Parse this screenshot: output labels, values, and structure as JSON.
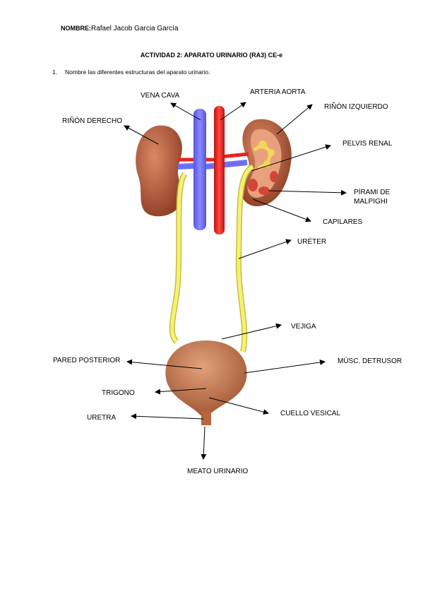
{
  "header": {
    "name_key": "NOMBRE:",
    "name_value": "Rafael Jacob Garcia García"
  },
  "title": "ACTIVIDAD 2: APARATO URINARIO (RA3) CE-e",
  "instruction": {
    "number": "1.",
    "text": "Nombre las diferentes estructuras del aparato urinario."
  },
  "labels": {
    "vena_cava": "VENA CAVA",
    "arteria_aorta": "ARTERIA AORTA",
    "rinon_izquierdo": "RIÑÓN IZQUIERDO",
    "rinon_derecho": "RIÑÓN DERECHO",
    "pelvis_renal": "PELVIS RENAL",
    "piramide_1": "PÍRAMI DE",
    "piramide_2": "MALPIGHI",
    "capilares": "CAPILARES",
    "ureter": "URÉTER",
    "vejiga": "VEJIGA",
    "pared_posterior": "PARED POSTERIOR",
    "musc_detrusor": "MÚSC. DETRUSOR",
    "trigono": "TRIGONO",
    "cuello_vesical": "CUELLO VESICAL",
    "uretra": "URETRA",
    "meato_urinario": "MEATO URINARIO"
  },
  "colors": {
    "kidney": "#b55a3c",
    "vein": "#6e6ef5",
    "artery": "#e8221f",
    "ureter": "#f2ee78",
    "bladder": "#c07048"
  }
}
